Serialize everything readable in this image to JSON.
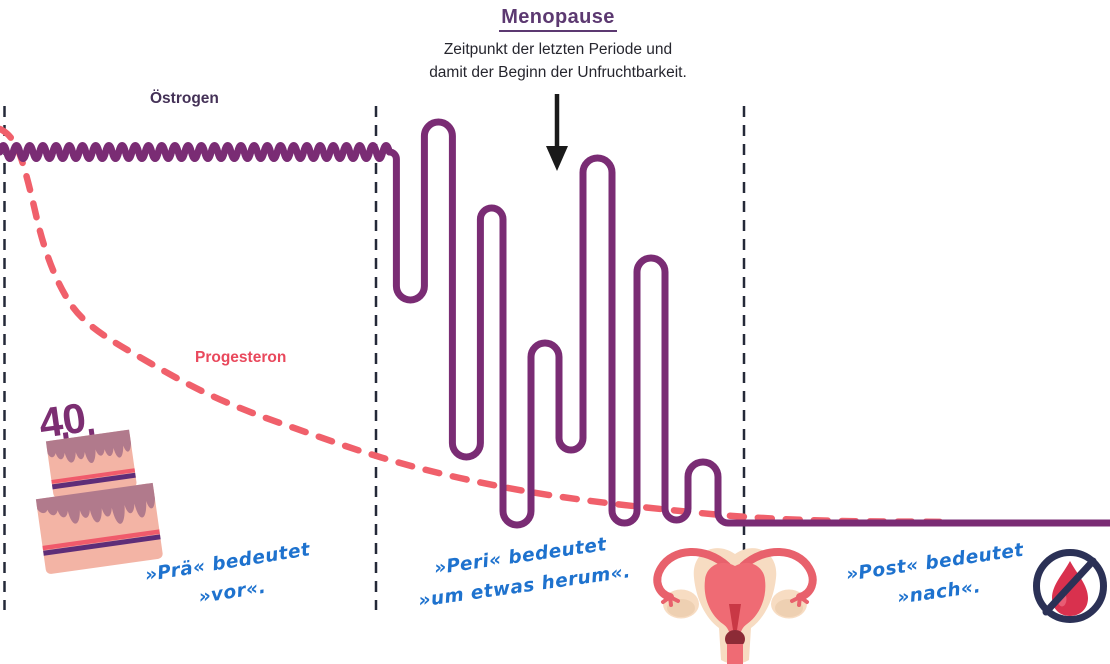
{
  "header": {
    "title": "Menopause",
    "subtitle_line1": "Zeitpunkt der letzten Periode und",
    "subtitle_line2": "damit der Beginn der Unfruchtbarkeit."
  },
  "labels": {
    "estrogen": "Östrogen",
    "progesterone": "Progesteron",
    "cake_age": "40"
  },
  "annotations": {
    "prae_line1": "»Prä« bedeutet",
    "prae_line2": "»vor«.",
    "peri_line1": "»Peri« bedeutet",
    "peri_line2": "»um etwas herum«.",
    "post_line1": "»Post« bedeutet",
    "post_line2": "»nach«."
  },
  "curves": {
    "estrogen": {
      "label": "Östrogen",
      "color": "#7A2C74",
      "trend": "steady wavy level before menopause, large irregular square-wave swings around menopause, then flat low level after"
    },
    "progesterone": {
      "label": "Progesteron",
      "color": "#F0606B",
      "style": "dashed",
      "trend": "steep decline from age 40 flattening to a low plateau"
    }
  },
  "phases_dividers": 3,
  "icons": {
    "cake": "birthday-cake-40-icon",
    "uterus": "uterus-icon",
    "no_period": "no-menstruation-icon",
    "arrow": "menopause-arrow-icon"
  },
  "colors": {
    "title_purple": "#5C3971",
    "estrogen_line": "#7A2C74",
    "estrogen_label": "#443157",
    "progesterone_line": "#F0606B",
    "progesterone_label": "#E9485C",
    "annotation_blue": "#1E72CE",
    "guide_dash": "#242938",
    "icon_navy": "#2B3156",
    "blood_drop_red": "#D9314E",
    "cake_body": "#F3B4A5",
    "cake_frosting": "#B17A8C"
  }
}
